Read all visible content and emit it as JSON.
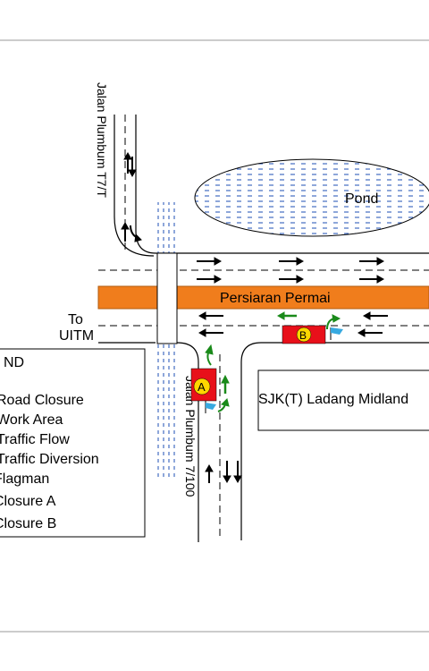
{
  "map": {
    "roads": {
      "main": "Persiaran Permai",
      "north_branch": "Jalan Plumbum T7/T",
      "south_branch": "Jalan Plumbum 7/100"
    },
    "places": {
      "pond": "Pond",
      "school": "SJK(T) Ladang Midland",
      "destination_line1": "To",
      "destination_line2": "UITM"
    },
    "closure_markers": {
      "a": "A",
      "b": "B"
    }
  },
  "legend": {
    "title": "ND",
    "items": [
      "Road Closure",
      "Work Area",
      "Traffic Flow",
      "Traffic Diversion",
      "Flagman",
      "Closure A",
      "Closure B"
    ]
  },
  "colors": {
    "road_band": "#f07d1c",
    "road_band_stroke": "#b25a0c",
    "closure_fill": "#e8101a",
    "work_area_fill": "#f5b800",
    "marker_fill": "#ffd700",
    "diversion_arrow": "#1a8a1a",
    "flag": "#37a9e0",
    "pond_hatch": "#1e4fb4",
    "drain_hatch": "#1e4fb4"
  }
}
